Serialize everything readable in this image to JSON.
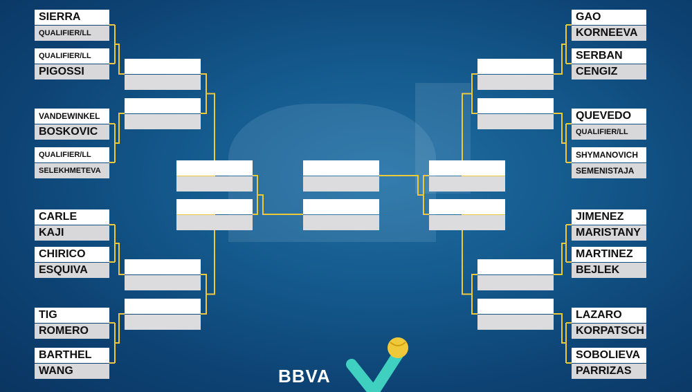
{
  "colors": {
    "connector": "#f0c93a",
    "background": "#155b8e",
    "cell_light": "#ffffff",
    "cell_dark": "#d8d8da"
  },
  "left_bracket": {
    "round1": [
      {
        "top": "SIERRA",
        "bottom": "QUALIFIER/LL"
      },
      {
        "top": "QUALIFIER/LL",
        "bottom": "PIGOSSI"
      },
      {
        "top": "VANDEWINKEL",
        "bottom": "BOSKOVIC"
      },
      {
        "top": "QUALIFIER/LL",
        "bottom": "SELEKHMETEVA"
      },
      {
        "top": "CARLE",
        "bottom": "KAJI"
      },
      {
        "top": "CHIRICO",
        "bottom": "ESQUIVA"
      },
      {
        "top": "TIG",
        "bottom": "ROMERO"
      },
      {
        "top": "BARTHEL",
        "bottom": "WANG"
      }
    ]
  },
  "right_bracket": {
    "round1": [
      {
        "top": "GAO",
        "bottom": "KORNEEVA"
      },
      {
        "top": "SERBAN",
        "bottom": "CENGIZ"
      },
      {
        "top": "QUEVEDO",
        "bottom": "QUALIFIER/LL"
      },
      {
        "top": "SHYMANOVICH",
        "bottom": "SEMENISTAJA"
      },
      {
        "top": "JIMENEZ",
        "bottom": "MARISTANY"
      },
      {
        "top": "MARTINEZ",
        "bottom": "BEJLEK"
      },
      {
        "top": "LAZARO",
        "bottom": "KORPATSCH"
      },
      {
        "top": "SOBOLIEVA",
        "bottom": "PARRIZAS"
      }
    ]
  },
  "logo": {
    "brand": "BBVA",
    "icon": "tennis-ball-check-logo"
  }
}
